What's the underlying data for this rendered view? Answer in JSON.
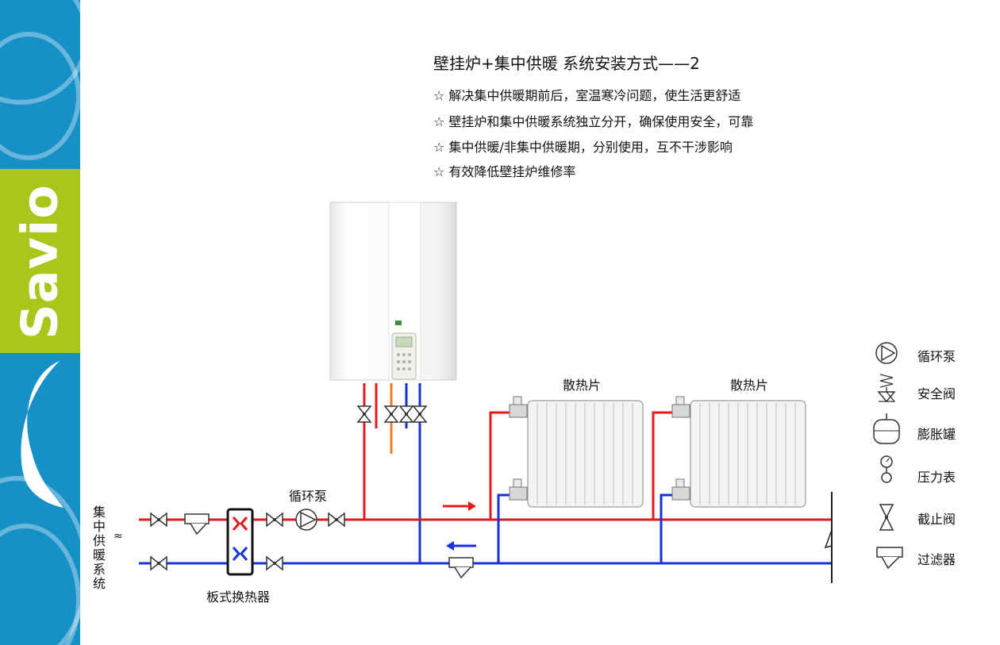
{
  "brand": {
    "name": "Savio"
  },
  "colors": {
    "supply": "#e8171b",
    "return": "#1432d8",
    "boiler_orange": "#f07a2a",
    "sidebar_blue": "#1790c8",
    "sidebar_green": "#a9c61b"
  },
  "header": {
    "title": "壁挂炉+集中供暖 系统安装方式——2",
    "bullets": [
      "☆ 解决集中供暖期前后，室温寒冷问题，使生活更舒适",
      "☆ 壁挂炉和集中供暖系统独立分开，确保使用安全，可靠",
      "☆ 集中供暖/非集中供暖期，分别使用，互不干涉影响",
      "☆ 有效降低壁挂炉维修率"
    ]
  },
  "diagram": {
    "radiator_label": "散热片",
    "pump_label": "循环泵",
    "heat_exchanger_label": "板式换热器",
    "central_heating_label": "集中供暖系统",
    "wave_symbol": "≈"
  },
  "legend": [
    {
      "icon": "pump-icon",
      "label": "循环泵"
    },
    {
      "icon": "safety-valve-icon",
      "label": "安全阀"
    },
    {
      "icon": "expansion-tank-icon",
      "label": "膨胀罐"
    },
    {
      "icon": "pressure-gauge-icon",
      "label": "压力表"
    },
    {
      "icon": "stop-valve-icon",
      "label": "截止阀"
    },
    {
      "icon": "filter-icon",
      "label": "过滤器"
    }
  ]
}
